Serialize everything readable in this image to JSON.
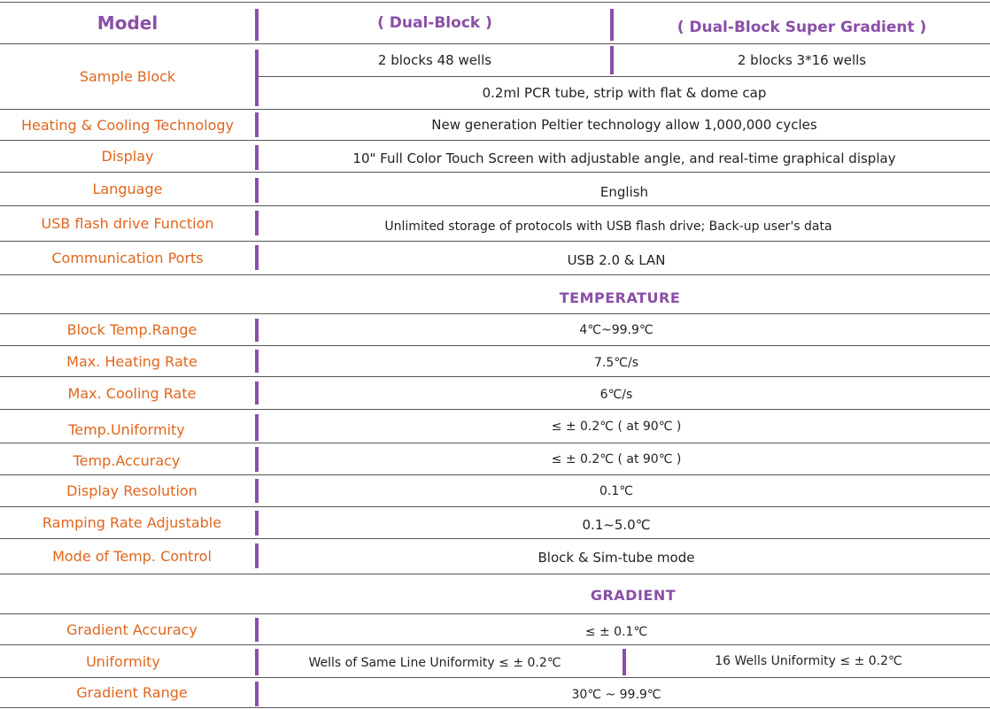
{
  "colors": {
    "label": "#e0661e",
    "accent": "#8a4fa8",
    "text": "#222222",
    "rule": "#555555"
  },
  "header": {
    "model_label": "Model",
    "col1": "( Dual-Block )",
    "col2": "( Dual-Block Super Gradient )"
  },
  "rows": {
    "sample_block": {
      "label": "Sample Block",
      "col1": "2 blocks 48 wells",
      "col2": "2 blocks 3*16 wells",
      "shared": "0.2ml PCR  tube, strip with flat & dome cap"
    },
    "heating_cooling": {
      "label": "Heating & Cooling Technology",
      "value": "New generation Peltier technology allow 1,000,000  cycles"
    },
    "display": {
      "label": "Display",
      "value": "10\" Full Color Touch Screen with adjustable angle, and real-time graphical display"
    },
    "language": {
      "label": "Language",
      "value": "English"
    },
    "usb": {
      "label": "USB flash drive Function",
      "value": "Unlimited storage of protocols with USB flash drive; Back-up user's data"
    },
    "ports": {
      "label": "Communication Ports",
      "value": "USB 2.0 &  LAN"
    }
  },
  "temperature": {
    "title": "TEMPERATURE",
    "rows": [
      {
        "label": "Block Temp.Range",
        "value": "4℃~99.9℃"
      },
      {
        "label": "Max. Heating Rate",
        "value": "7.5℃/s"
      },
      {
        "label": "Max. Cooling Rate",
        "value": "6℃/s"
      },
      {
        "label": "Temp.Uniformity",
        "value": "≤ ± 0.2℃ ( at 90℃ )"
      },
      {
        "label": "Temp.Accuracy",
        "value": "≤ ± 0.2℃ ( at 90℃ )"
      },
      {
        "label": "Display Resolution",
        "value": "0.1℃"
      },
      {
        "label": "Ramping Rate Adjustable",
        "value": "0.1~5.0℃"
      },
      {
        "label": "Mode of Temp. Control",
        "value": "Block & Sim-tube mode"
      }
    ]
  },
  "gradient": {
    "title": "GRADIENT",
    "accuracy": {
      "label": "Gradient Accuracy",
      "value": "≤ ± 0.1℃"
    },
    "uniformity": {
      "label": "Uniformity",
      "col1": "Wells of Same Line Uniformity ≤ ± 0.2℃",
      "col2": "16 Wells Uniformity ≤ ± 0.2℃"
    },
    "range": {
      "label": "Gradient Range",
      "value": "30℃ ~ 99.9℃"
    }
  }
}
